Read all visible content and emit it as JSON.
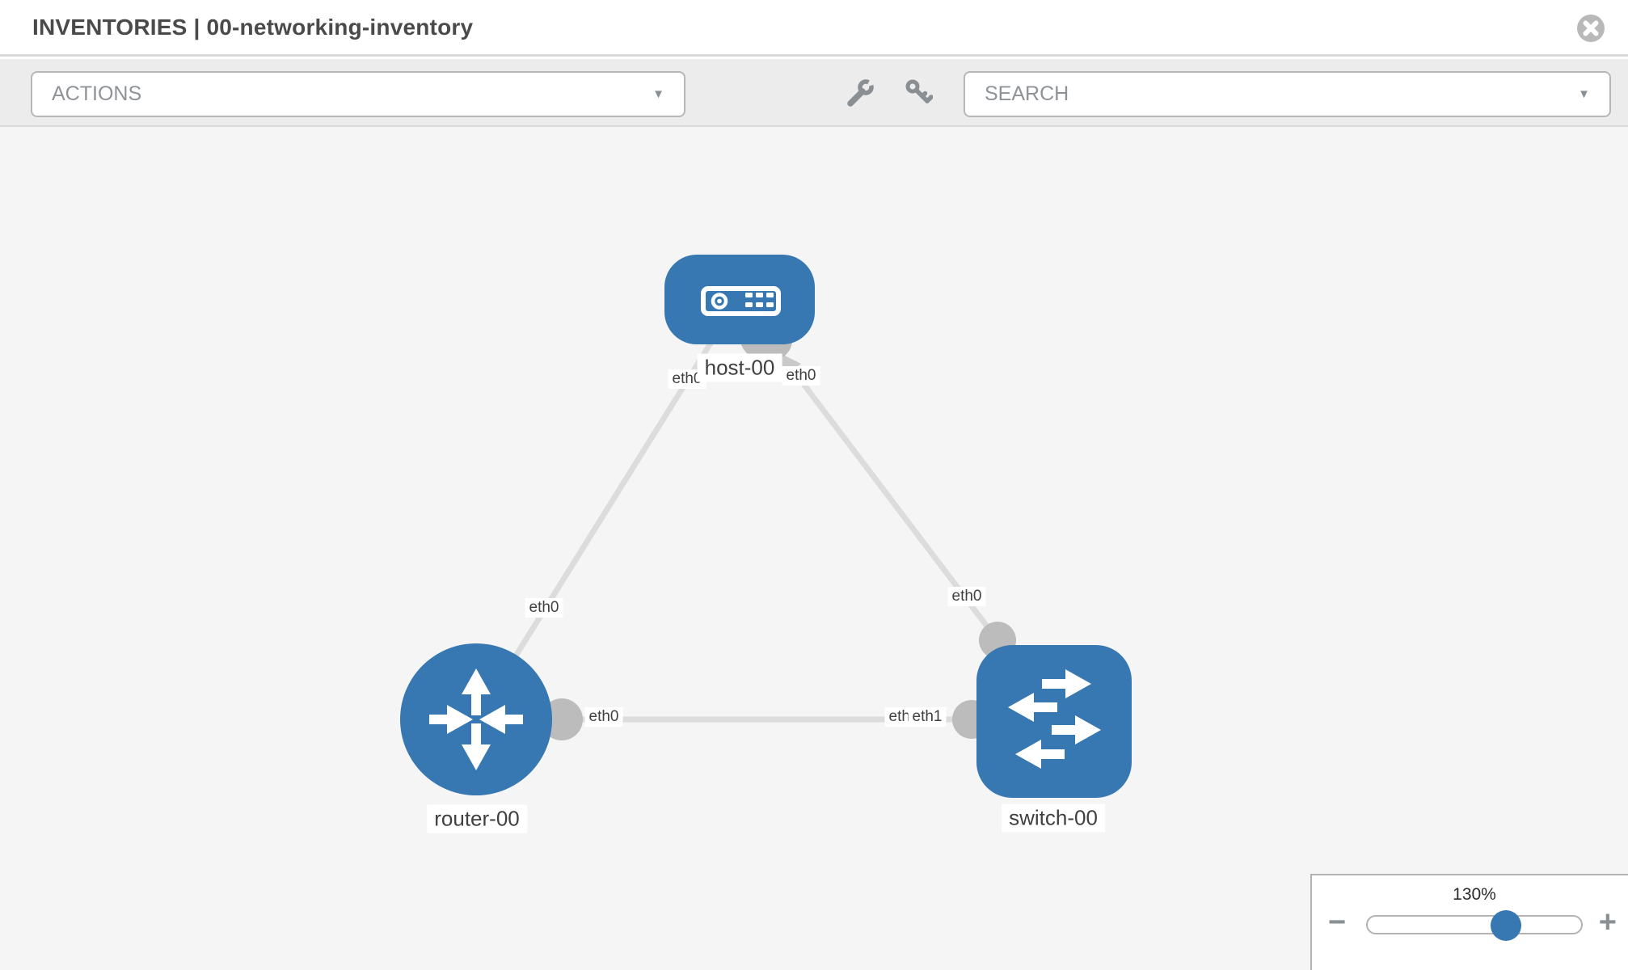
{
  "header": {
    "title": "INVENTORIES | 00-networking-inventory"
  },
  "toolbar": {
    "actions_label": "ACTIONS",
    "search_label": "SEARCH"
  },
  "icons": {
    "caret": "▼"
  },
  "diagram": {
    "nodes": [
      {
        "id": "host-00",
        "label": "host-00",
        "type": "host"
      },
      {
        "id": "router-00",
        "label": "router-00",
        "type": "router"
      },
      {
        "id": "switch-00",
        "label": "switch-00",
        "type": "switch"
      }
    ],
    "links": [
      {
        "source": "host-00",
        "target": "router-00",
        "source_interface": "eth0",
        "target_interface": "eth0"
      },
      {
        "source": "host-00",
        "target": "switch-00",
        "source_interface": "eth0",
        "target_interface": "eth0"
      },
      {
        "source": "router-00",
        "target": "switch-00",
        "source_interface": "eth0",
        "target_interface": "eth1",
        "overlapped_label": "eth0"
      }
    ]
  },
  "zoom_control": {
    "level": "130%",
    "minus": "−",
    "plus": "+"
  },
  "colors": {
    "node_blue": "#3878b2",
    "link_gray": "#dcdcdc",
    "connector_gray": "#bcbcbc",
    "canvas_bg": "#f5f5f5",
    "toolbar_bg": "#ececec"
  }
}
